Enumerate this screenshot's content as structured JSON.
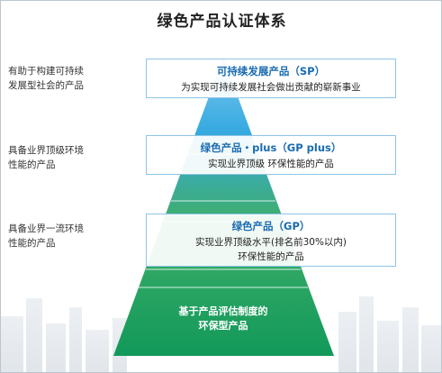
{
  "title": "绿色产品认证体系",
  "sides": [
    {
      "line1": "有助于构建可持续",
      "line2": "发展型社会的产品"
    },
    {
      "line1": "具备业界顶级环境",
      "line2": "性能的产品"
    },
    {
      "line1": "具备业界一流环境",
      "line2": "性能的产品"
    }
  ],
  "boxes": [
    {
      "heading": "可持续发展产品（SP）",
      "text1": "为实现可持续发展社会做出贡献的崭新事业",
      "text2": ""
    },
    {
      "heading": "绿色产品・plus（GP plus）",
      "text1": "实现业界顶级 环保性能的产品",
      "text2": ""
    },
    {
      "heading": "绿色产品（GP）",
      "text1": "实现业界顶级水平(排名前30%以内)",
      "text2": "环保性能的产品"
    }
  ],
  "base": {
    "line1": "基于产品评估制度的",
    "line2": "环保型产品"
  },
  "colors": {
    "top": "#35a9e0",
    "mid": "#3fae6a",
    "bottom": "#16a05a",
    "box_border": "#8fc4e6",
    "heading": "#1a6bb0"
  }
}
